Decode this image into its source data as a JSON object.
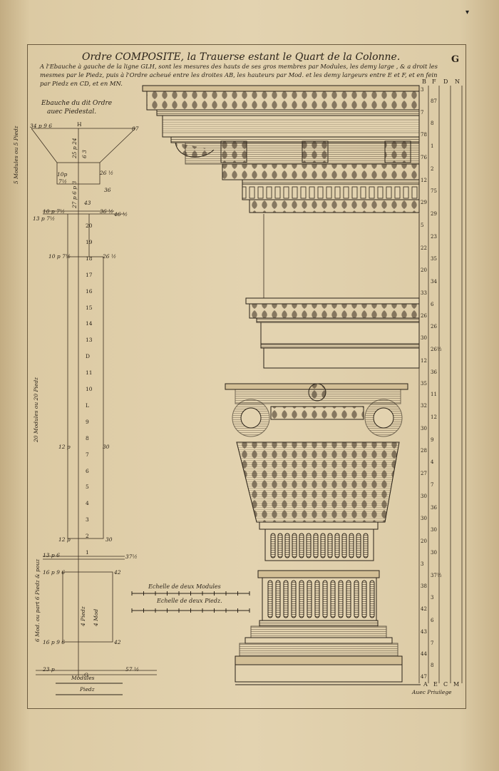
{
  "plate": {
    "title": "Ordre COMPOSITE, la Trauerse estant le Quart de la Colonne.",
    "sheet_letter": "G",
    "description": [
      "A l'Ebauche à gauche de la ligne GLH, sont les mesures des hauts de ses gros membres par Modules, les demy large , & a droit les",
      "mesmes par le Piedz, puis à l'Ordre acheué entre les droites AB, les hauteurs par Mod. et les demy largeurs entre E et F, et en fein",
      "par Piedz en CD, et en MN."
    ],
    "sketch_title": [
      "Ebauche du dit Ordre",
      "auec Piedestal."
    ],
    "scale_modules": "Echelle de deux Modules",
    "scale_piedz": "Echelle de deux Piedz.",
    "privilege": "Auec Priuilege",
    "bottom_modules": "Modules",
    "bottom_piedz": "Piedz",
    "col_letters_top": [
      "B",
      "F",
      "D",
      "N"
    ],
    "col_letters_bottom": [
      "A",
      "E",
      "C",
      "M"
    ],
    "corner_mark": "▾"
  },
  "sketch": {
    "top_labels": [
      "34 p 9 6",
      "H",
      "87"
    ],
    "entablature_side": "5 Modules ou 5 Piedz",
    "entablature_inner": [
      "10p",
      "7½",
      "25 p 24",
      "6 3",
      "26 ½",
      "27 p 6 p 3",
      "36",
      "43",
      "10 p 7½",
      "36 ½",
      "46 ½",
      "13 p 7½"
    ],
    "column_side": "20 Modules ou 20 Piedz",
    "column_scale": [
      "20",
      "19",
      "18",
      "17",
      "16",
      "15",
      "14",
      "13",
      "D",
      "11",
      "10",
      "L",
      "9",
      "8",
      "7",
      "6",
      "5",
      "4",
      "3",
      "2",
      "1"
    ],
    "column_marks": [
      "10 p 7½",
      "26 ½",
      "12 p",
      "30",
      "12 p",
      "30",
      "13 p 6",
      "37½"
    ],
    "pedestal_side": "6 Mod. ou part 6 Piedz & pouz",
    "pedestal_inner": [
      "16 p 9 6",
      "42",
      "4 Piedz",
      "4 Mod",
      "16 p 9 6",
      "42",
      "23 p",
      "57 ½",
      "G"
    ]
  },
  "measures": {
    "rows": [
      "3",
      "87",
      "7",
      "8",
      "78",
      "1",
      "76",
      "2",
      "12",
      "75",
      "29",
      "29",
      "5",
      "23",
      "22",
      "35",
      "20",
      "34",
      "33",
      "6",
      "26",
      "26",
      "30",
      "26½",
      "12",
      "36",
      "35",
      "11",
      "32",
      "12",
      "30",
      "9",
      "28",
      "4",
      "27",
      "7",
      "30",
      "36",
      "30",
      "30",
      "20",
      "30",
      "3",
      "37½",
      "38",
      "3",
      "42",
      "6",
      "43",
      "7",
      "44",
      "8",
      "47"
    ]
  }
}
